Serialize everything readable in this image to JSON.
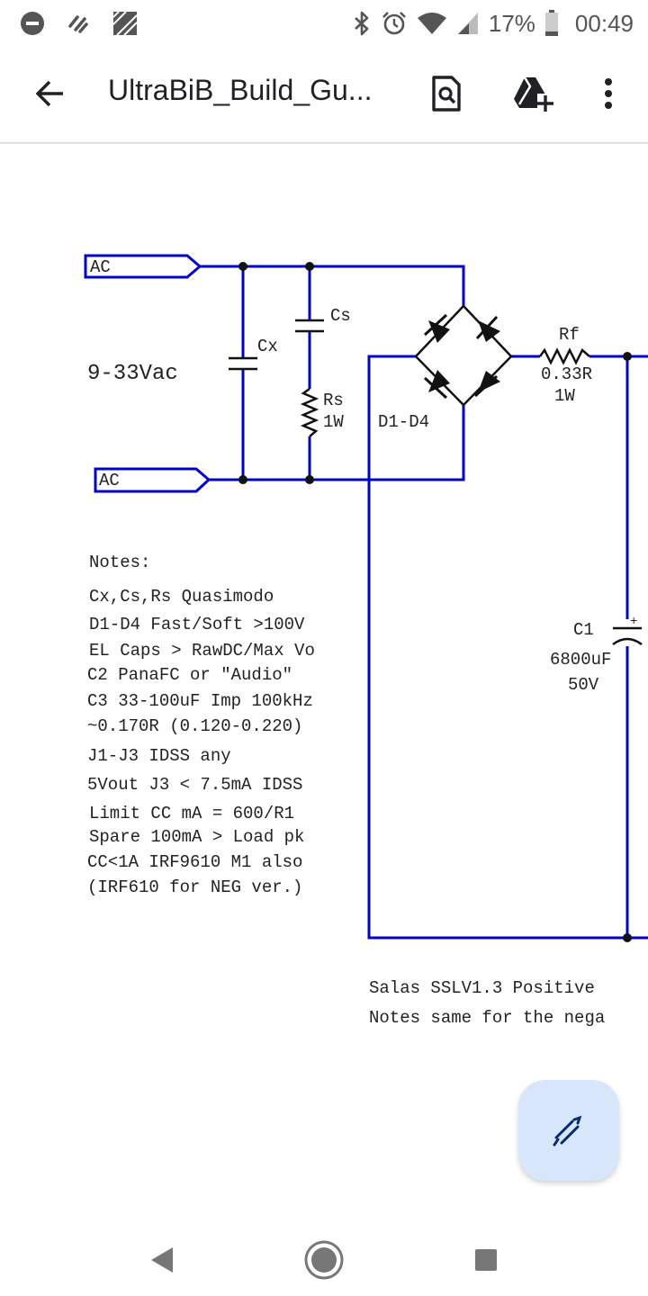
{
  "status_bar": {
    "battery_text": "17%",
    "time": "00:49",
    "icons": [
      "do-not-disturb-icon",
      "signal-off-icon",
      "photo-icon",
      "bluetooth-icon",
      "alarm-icon",
      "wifi-icon",
      "cell-signal-icon",
      "battery-icon"
    ]
  },
  "toolbar": {
    "title": "UltraBiB_Build_Gu...",
    "icons": [
      "back-arrow-icon",
      "find-in-page-icon",
      "add-to-drive-icon",
      "more-vert-icon"
    ]
  },
  "schematic": {
    "labels": {
      "ac_top": "AC",
      "ac_bottom": "AC",
      "voltage": "9-33Vac",
      "cx": "Cx",
      "cs": "Cs",
      "rs": "Rs",
      "rs_power": "1W",
      "bridge": "D1-D4",
      "rf": "Rf",
      "rf_value": "0.33R",
      "rf_power": "1W",
      "c1": "C1",
      "c1_value": "6800uF",
      "c1_voltage": "50V",
      "c1_polarity": "+"
    },
    "notes_title": "Notes:",
    "notes": [
      "Cx,Cs,Rs Quasimodo",
      "D1-D4 Fast/Soft >100V",
      "EL Caps > RawDC/Max Vo",
      "C2 PanaFC or \"Audio\"",
      "C3 33-100uF Imp 100kHz",
      "~0.170R (0.120-0.220)",
      "J1-J3 IDSS any",
      "5Vout J3 < 7.5mA IDSS",
      "Limit CC mA = 600/R1",
      "Spare 100mA > Load pk",
      "CC<1A IRF9610 M1 also",
      "(IRF610 for NEG ver.)"
    ],
    "footer": [
      "Salas SSLV1.3 Positive",
      "Notes same for the nega"
    ]
  },
  "fab": {
    "icon": "edit-pen-icon"
  },
  "nav_bar": {
    "icons": [
      "back-triangle-icon",
      "home-circle-icon",
      "recents-square-icon"
    ]
  },
  "colors": {
    "wire": "#0000cc",
    "text": "#222222",
    "fab_bg": "#d8e6fb"
  }
}
